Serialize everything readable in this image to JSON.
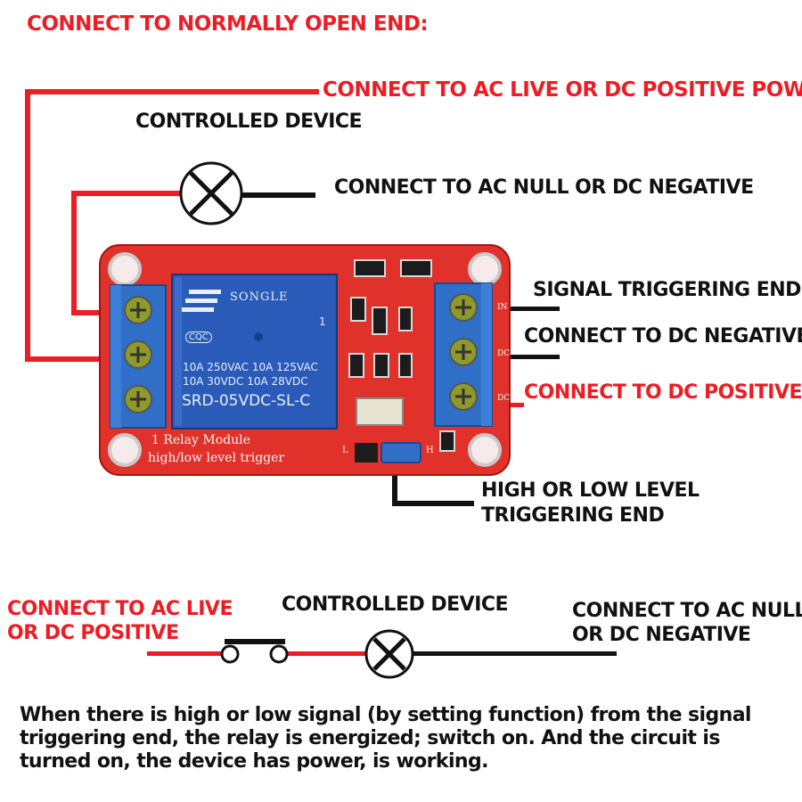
{
  "title": "CONNECT TO NORMALLY OPEN END:",
  "top": {
    "ac_live": "CONNECT TO AC LIVE OR DC POSITIVE POWER",
    "device": "CONTROLLED DEVICE",
    "ac_null": "CONNECT  TO  AC  NULL  OR  DC  NEGATIVE"
  },
  "right": {
    "signal": "SIGNAL TRIGGERING END",
    "dc_neg": "CONNECT TO DC NEGATIVE",
    "dc_pos": "CONNECT TO DC POSITIVE",
    "level_1": "HIGH OR LOW LEVEL",
    "level_2": "TRIGGERING END"
  },
  "module": {
    "relay_brand": "SONGLE",
    "relay_rating_1": "10A 250VAC  10A 125VAC",
    "relay_rating_2": "10A  30VDC  10A 28VDC",
    "relay_model": "SRD-05VDC-SL-C",
    "relay_cert": "CQC",
    "relay_num": "1",
    "silk_1": "1 Relay   Module",
    "silk_2": "high/low level trigger",
    "pin_in": "IN",
    "pin_dcm": "DC-",
    "pin_dcp": "DC+",
    "jumper_l": "L",
    "jumper_h": "H"
  },
  "bottom": {
    "left_1": "CONNECT TO AC LIVE",
    "left_2": "OR DC POSITIVE",
    "device": "CONTROLLED DEVICE",
    "right_1": "CONNECT TO AC NULL",
    "right_2": "OR DC NEGATIVE"
  },
  "description": "When there is high or low signal (by setting function) from the signal triggering end, the relay is energized; switch on. And the circuit is turned on, the device has power, is working.",
  "colors": {
    "red": "#ee1c24",
    "black": "#111111",
    "pcb": "#e0322b",
    "terminal": "#2f6fc8",
    "relay": "#2a5bb8"
  }
}
